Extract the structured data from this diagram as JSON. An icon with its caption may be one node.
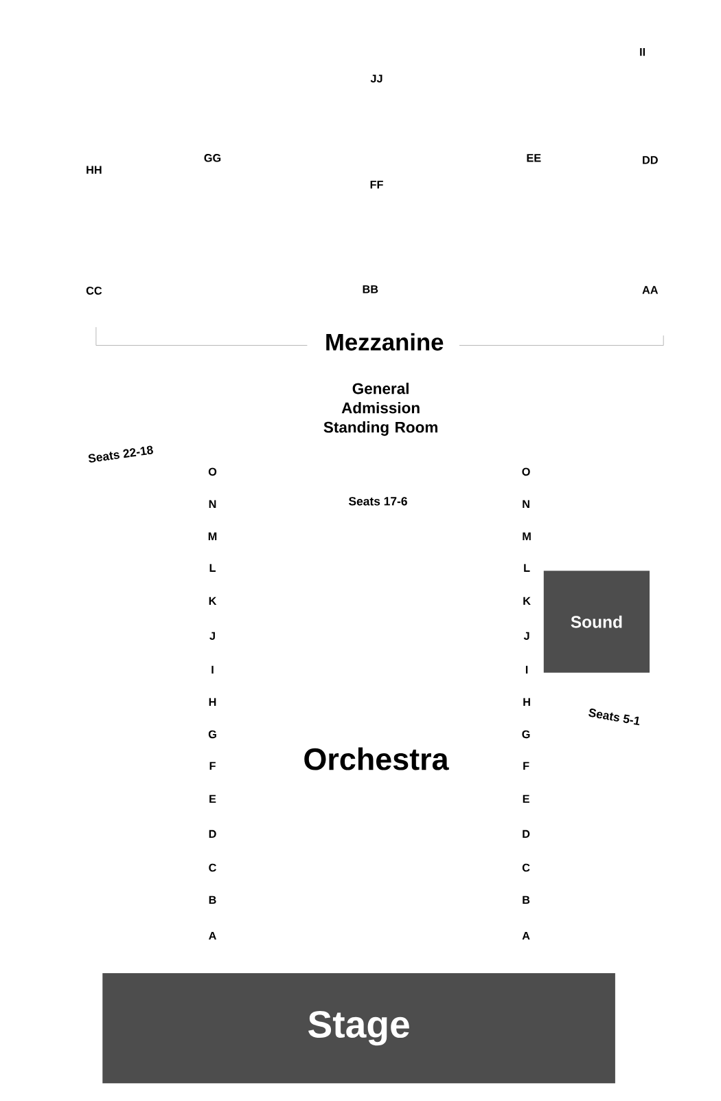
{
  "diagram": {
    "nodes": [
      {
        "text": [
          "Sound"
        ]
      },
      {
        "text": [
          "Stage"
        ]
      }
    ],
    "edges": [],
    "labels": [
      "II",
      "JJ",
      "GG",
      "EE",
      "DD",
      "HH",
      "FF",
      "CC",
      "BB",
      "AA",
      "Mezzanine",
      "General Admission Standing Room",
      "Seats 22-18",
      "O",
      "O",
      "N",
      "Seats 17-6",
      "N",
      "M",
      "M",
      "L",
      "L",
      "K",
      "K",
      "J",
      "J",
      "I",
      "I",
      "H",
      "H",
      "Seats 5-1",
      "G",
      "G",
      "Orchestra",
      "F",
      "F",
      "E",
      "E",
      "D",
      "D",
      "C",
      "C",
      "B",
      "B",
      "A",
      "A"
    ]
  }
}
